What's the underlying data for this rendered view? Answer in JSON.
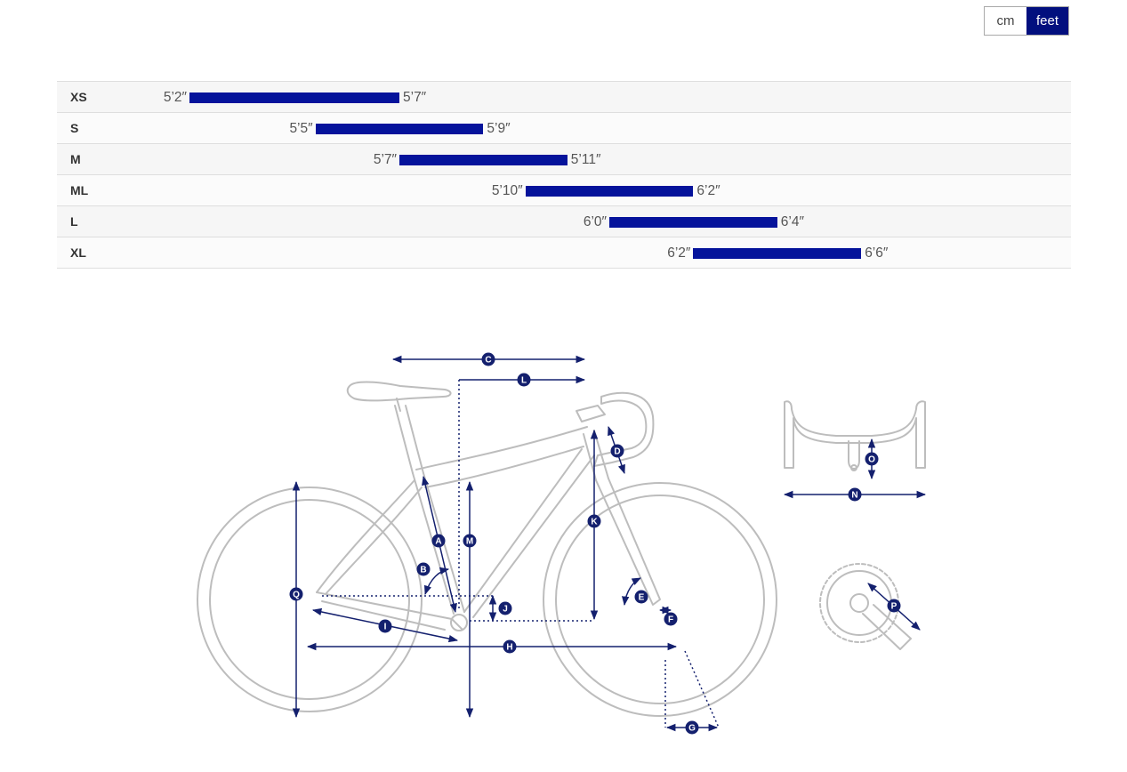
{
  "unit_toggle": {
    "options": [
      "cm",
      "feet"
    ],
    "selected": "feet"
  },
  "size_chart": {
    "rows": [
      {
        "size": "XS",
        "min": "5’2″",
        "max": "5’7″",
        "min_in": 62,
        "max_in": 67
      },
      {
        "size": "S",
        "min": "5’5″",
        "max": "5’9″",
        "min_in": 65,
        "max_in": 69
      },
      {
        "size": "M",
        "min": "5’7″",
        "max": "5’11″",
        "min_in": 67,
        "max_in": 71
      },
      {
        "size": "ML",
        "min": "5’10″",
        "max": "6’2″",
        "min_in": 70,
        "max_in": 74
      },
      {
        "size": "L",
        "min": "6’0″",
        "max": "6’4″",
        "min_in": 72,
        "max_in": 76
      },
      {
        "size": "XL",
        "min": "6’2″",
        "max": "6’6″",
        "min_in": 74,
        "max_in": 78
      }
    ],
    "bar_color": "#05139b"
  },
  "geometry_diagram": {
    "line_color": "#bdbdbd",
    "marker_color": "#14206e",
    "markers": [
      "A",
      "B",
      "C",
      "D",
      "E",
      "F",
      "G",
      "H",
      "I",
      "J",
      "K",
      "L",
      "M",
      "N",
      "O",
      "P",
      "Q"
    ]
  },
  "colors": {
    "accent": "#020f7e"
  }
}
